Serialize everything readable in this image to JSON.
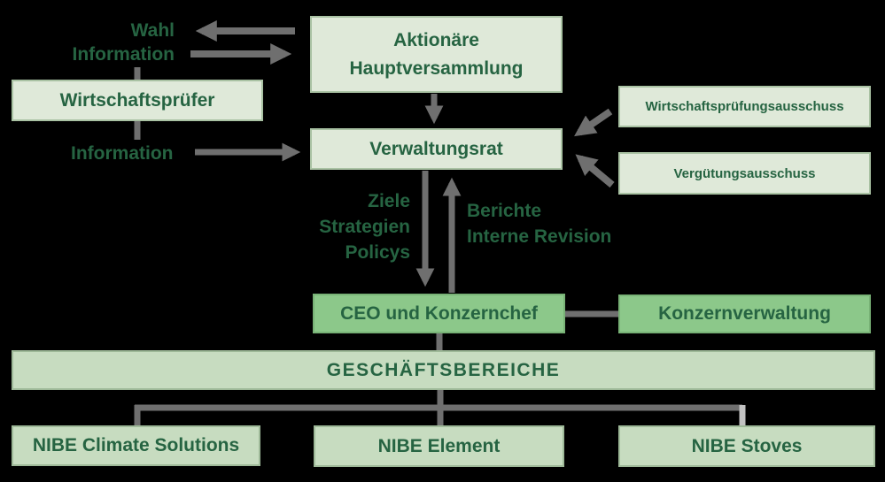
{
  "diagram": {
    "wahl_info_label": {
      "line1": "Wahl",
      "line2": "Information"
    },
    "auditor_box": {
      "label": "Wirtschaftsprüfer"
    },
    "info_label": "Information",
    "shareholders_box": {
      "line1": "Aktionäre",
      "line2": "Hauptversammlung"
    },
    "board_box": {
      "label": "Verwaltungsrat"
    },
    "audit_committee_box": {
      "label": "Wirtschaftsprüfungsausschuss"
    },
    "pay_committee_box": {
      "label": "Vergütungsausschuss"
    },
    "directives_label": {
      "line1": "Ziele",
      "line2": "Strategien",
      "line3": "Policys"
    },
    "reports_label": {
      "line1": "Berichte",
      "line2": "Interne Revision"
    },
    "ceo_box": {
      "label": "CEO und Konzernchef"
    },
    "group_admin_box": {
      "label": "Konzernverwaltung"
    },
    "business_areas_box": {
      "label": "GESCHÄFTSBEREICHE"
    },
    "business_units": [
      {
        "label": "NIBE Climate Solutions"
      },
      {
        "label": "NIBE Element"
      },
      {
        "label": "NIBE Stoves"
      }
    ]
  },
  "colors": {
    "background": "#000000",
    "box_pale_green": "#dfe9d9",
    "box_mid_green": "#c7dcc0",
    "box_bright_green": "#8cc88a",
    "text_green": "#266442",
    "arrow_gray": "#6f6f6f",
    "connector_light_gray": "#c2c2c2"
  }
}
